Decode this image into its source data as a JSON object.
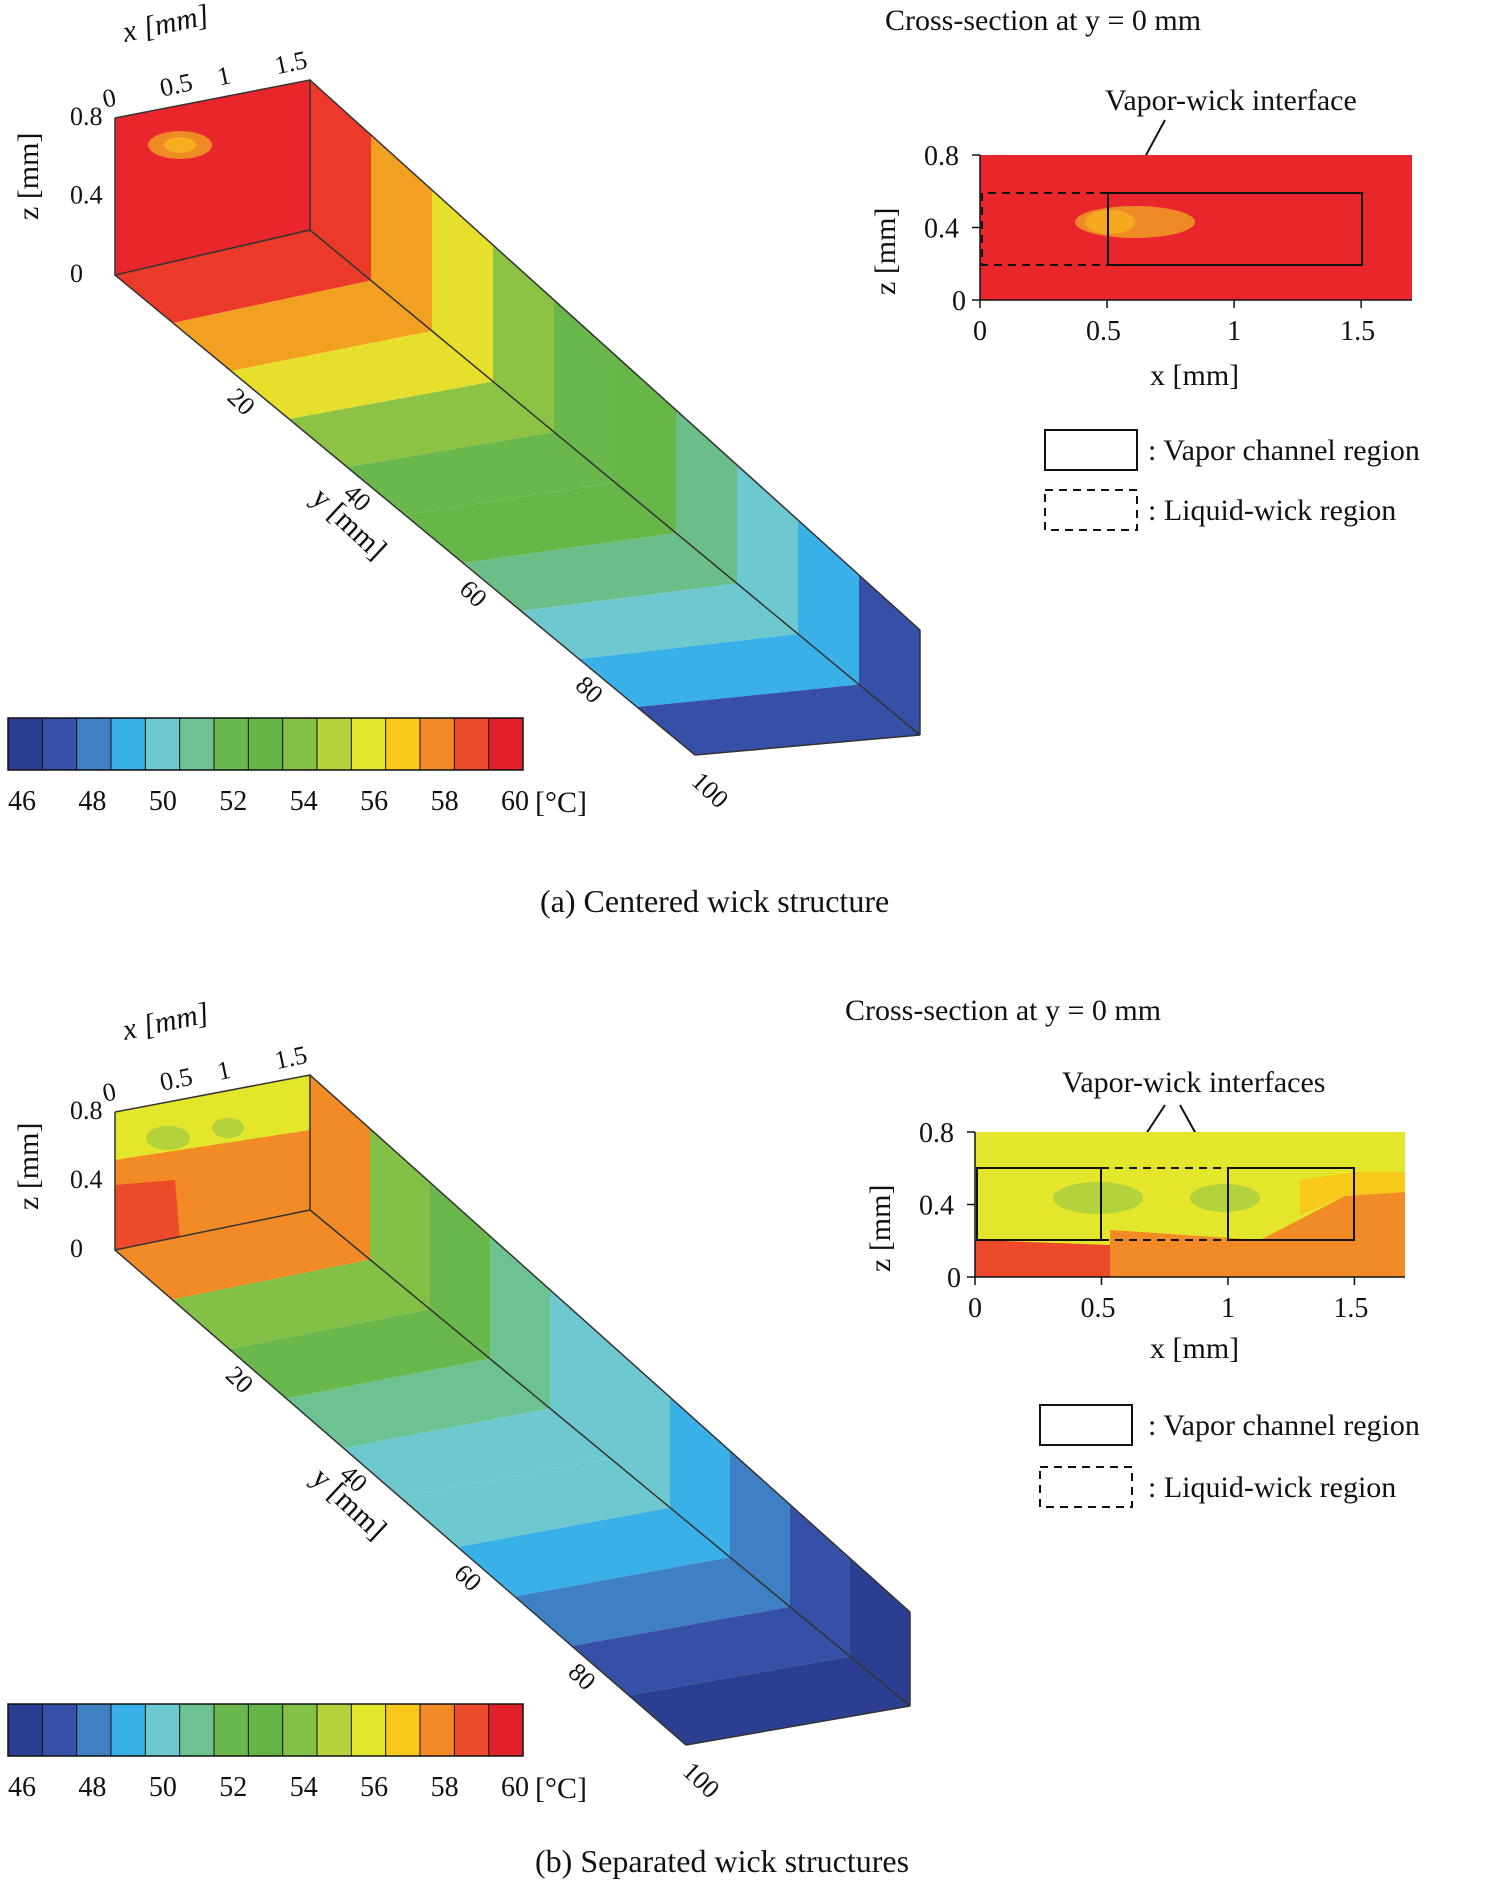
{
  "colorbar": {
    "stops": [
      "#2c3e91",
      "#3550a6",
      "#3f7fc4",
      "#3ab0e8",
      "#6ec8cf",
      "#6cc290",
      "#6ab84c",
      "#64b446",
      "#82c046",
      "#b4d23c",
      "#e4e62c",
      "#f8c81a",
      "#f28a26",
      "#ec4a2a",
      "#e2202a"
    ],
    "ticks": [
      "46",
      "48",
      "50",
      "52",
      "54",
      "56",
      "58",
      "60"
    ],
    "unit": "[°C]"
  },
  "panels": [
    {
      "id": "a",
      "caption": "(a) Centered wick structure",
      "axis3d": {
        "x_label": "x [mm]",
        "x_ticks": [
          "0",
          "0.5",
          "1",
          "1.5"
        ],
        "z_label": "z [mm]",
        "z_ticks": [
          "0.8",
          "0.4",
          "0"
        ],
        "y_label": "y [mm]",
        "y_ticks": [
          "20",
          "40",
          "60",
          "80",
          "100"
        ]
      },
      "top_face_colors": [
        "#e8262c",
        "#eb3a2a",
        "#f08a24",
        "#f8c81a",
        "#e4e62c"
      ],
      "bands": [
        "#ec3a2a",
        "#f2a022",
        "#e6e02c",
        "#8cc344",
        "#6ab84c",
        "#66b648",
        "#6cbe88",
        "#6ec8cf",
        "#3ab0e8",
        "#3550a6"
      ],
      "inset": {
        "title": "Cross-section at y = 0 mm",
        "annotation": "Vapor-wick interface",
        "x_label": "x [mm]",
        "x_ticks": [
          "0",
          "0.5",
          "1",
          "1.5"
        ],
        "z_label": "z [mm]",
        "z_ticks": [
          "0.8",
          "0.4",
          "0"
        ],
        "vapor_channels": [
          {
            "x0": 0.5,
            "x1": 1.5,
            "z0": 0.2,
            "z1": 0.6
          }
        ],
        "liquid_wick": {
          "x0": 0.0,
          "x1": 0.5,
          "z0": 0.2,
          "z1": 0.6
        },
        "background": "#e8262c"
      },
      "legend": {
        "vapor": ": Vapor channel region",
        "liquid": ": Liquid-wick region"
      }
    },
    {
      "id": "b",
      "caption": "(b) Separated wick structures",
      "axis3d": {
        "x_label": "x [mm]",
        "x_ticks": [
          "0",
          "0.5",
          "1",
          "1.5"
        ],
        "z_label": "z [mm]",
        "z_ticks": [
          "0.8",
          "0.4",
          "0"
        ],
        "y_label": "y [mm]",
        "y_ticks": [
          "20",
          "40",
          "60",
          "80",
          "100"
        ]
      },
      "top_face_colors": [
        "#e4e62c",
        "#f8c81a",
        "#f28a26",
        "#ec4a2a",
        "#b4d23c"
      ],
      "bands": [
        "#f28a26",
        "#82c046",
        "#6ab84c",
        "#6cc290",
        "#6ec8cf",
        "#6ec8cf",
        "#3ab0e8",
        "#3f7fc4",
        "#3550a6",
        "#2c3e91"
      ],
      "inset": {
        "title": "Cross-section at y = 0 mm",
        "annotation": "Vapor-wick interfaces",
        "x_label": "x [mm]",
        "x_ticks": [
          "0",
          "0.5",
          "1",
          "1.5"
        ],
        "z_label": "z [mm]",
        "z_ticks": [
          "0.8",
          "0.4",
          "0"
        ],
        "vapor_channels": [
          {
            "x0": 0.0,
            "x1": 0.5,
            "z0": 0.2,
            "z1": 0.6
          },
          {
            "x0": 1.0,
            "x1": 1.5,
            "z0": 0.2,
            "z1": 0.6
          }
        ],
        "liquid_wick": {
          "x0": 0.5,
          "x1": 1.0,
          "z0": 0.2,
          "z1": 0.6
        },
        "background": "#e4e62c"
      },
      "legend": {
        "vapor": ": Vapor channel region",
        "liquid": ": Liquid-wick region"
      }
    }
  ]
}
